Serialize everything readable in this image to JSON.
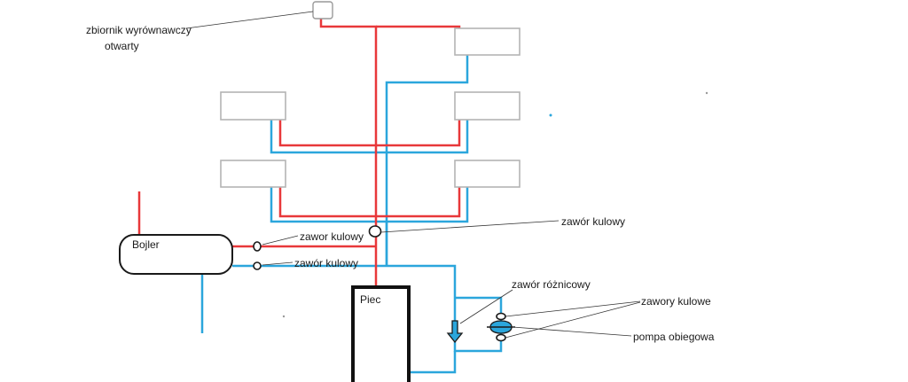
{
  "labels": {
    "tank_line1": "zbiornik wyrównawczy",
    "tank_line2": "otwarty",
    "boiler": "Bojler",
    "furnace": "Piec",
    "valve_ball_right": "zawór kulowy",
    "valve_ball_upper": "zawor kulowy",
    "valve_ball_lower": "zawór kulowy",
    "valve_differential": "zawór różnicowy",
    "valves_ball_plural": "zawory kulowe",
    "pump": "pompa obiegowa"
  },
  "colors": {
    "supply": "#e8383a",
    "return": "#2ba6dc",
    "radiator_border": "#b4b4b4",
    "furnace": "#111111",
    "text": "#1a1a1a"
  }
}
